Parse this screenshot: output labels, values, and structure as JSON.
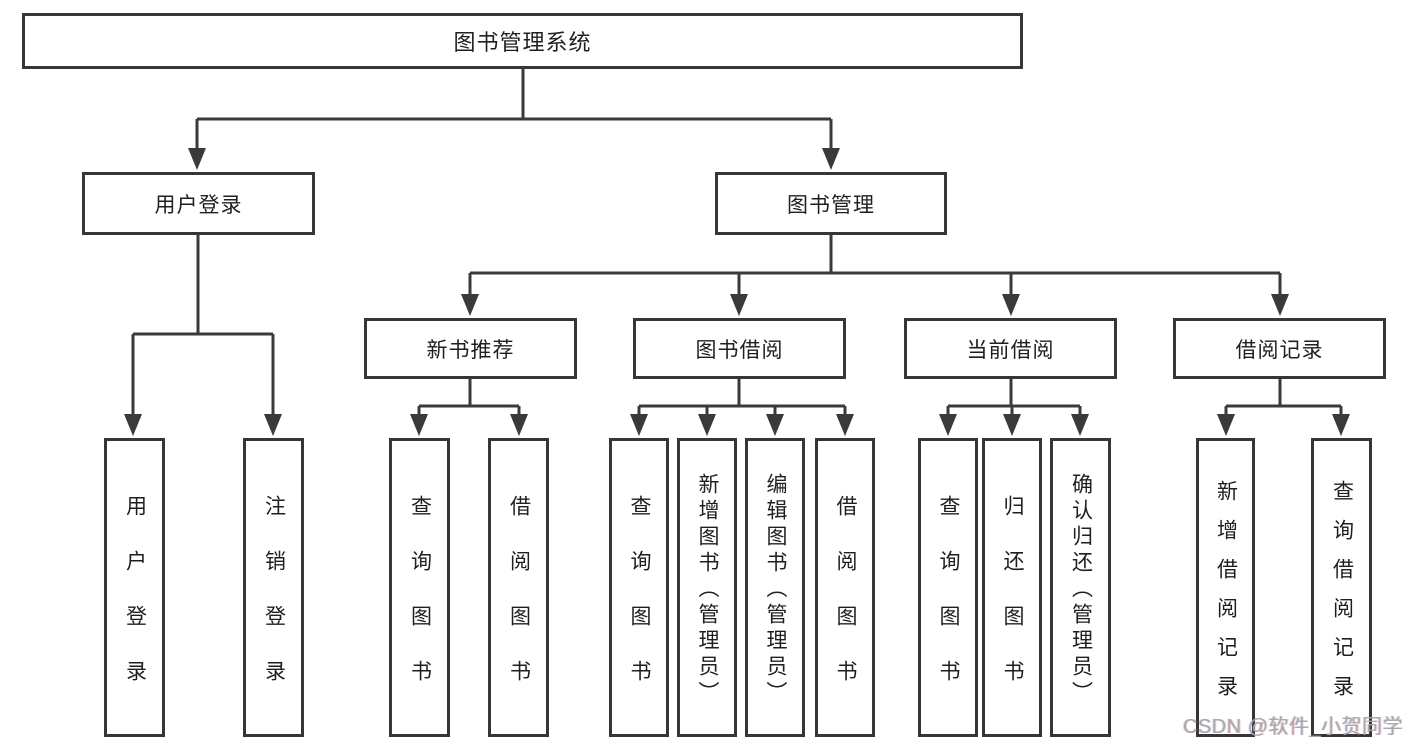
{
  "tree": {
    "root": {
      "label": "图书管理系统"
    },
    "children": [
      {
        "label": "用户登录",
        "children": [
          {
            "label": "用户登录"
          },
          {
            "label": "注销登录"
          }
        ]
      },
      {
        "label": "图书管理",
        "children": [
          {
            "label": "新书推荐",
            "children": [
              {
                "label": "查询图书"
              },
              {
                "label": "借阅图书"
              }
            ]
          },
          {
            "label": "图书借阅",
            "children": [
              {
                "label": "查询图书"
              },
              {
                "label": "新增图书（管理员）"
              },
              {
                "label": "编辑图书（管理员）"
              },
              {
                "label": "借阅图书"
              }
            ]
          },
          {
            "label": "当前借阅",
            "children": [
              {
                "label": "查询图书"
              },
              {
                "label": "归还图书"
              },
              {
                "label": "确认归还（管理员）"
              }
            ]
          },
          {
            "label": "借阅记录",
            "children": [
              {
                "label": "新增借阅记录"
              },
              {
                "label": "查询借阅记录"
              }
            ]
          }
        ]
      }
    ]
  },
  "watermark": {
    "text": "CSDN @软件_小贺同学"
  },
  "colors": {
    "box_border": "#363636",
    "connector": "#3a3a3a",
    "text": "#1f1f1f",
    "watermark": "#a8a8a8",
    "background": "#ffffff"
  }
}
